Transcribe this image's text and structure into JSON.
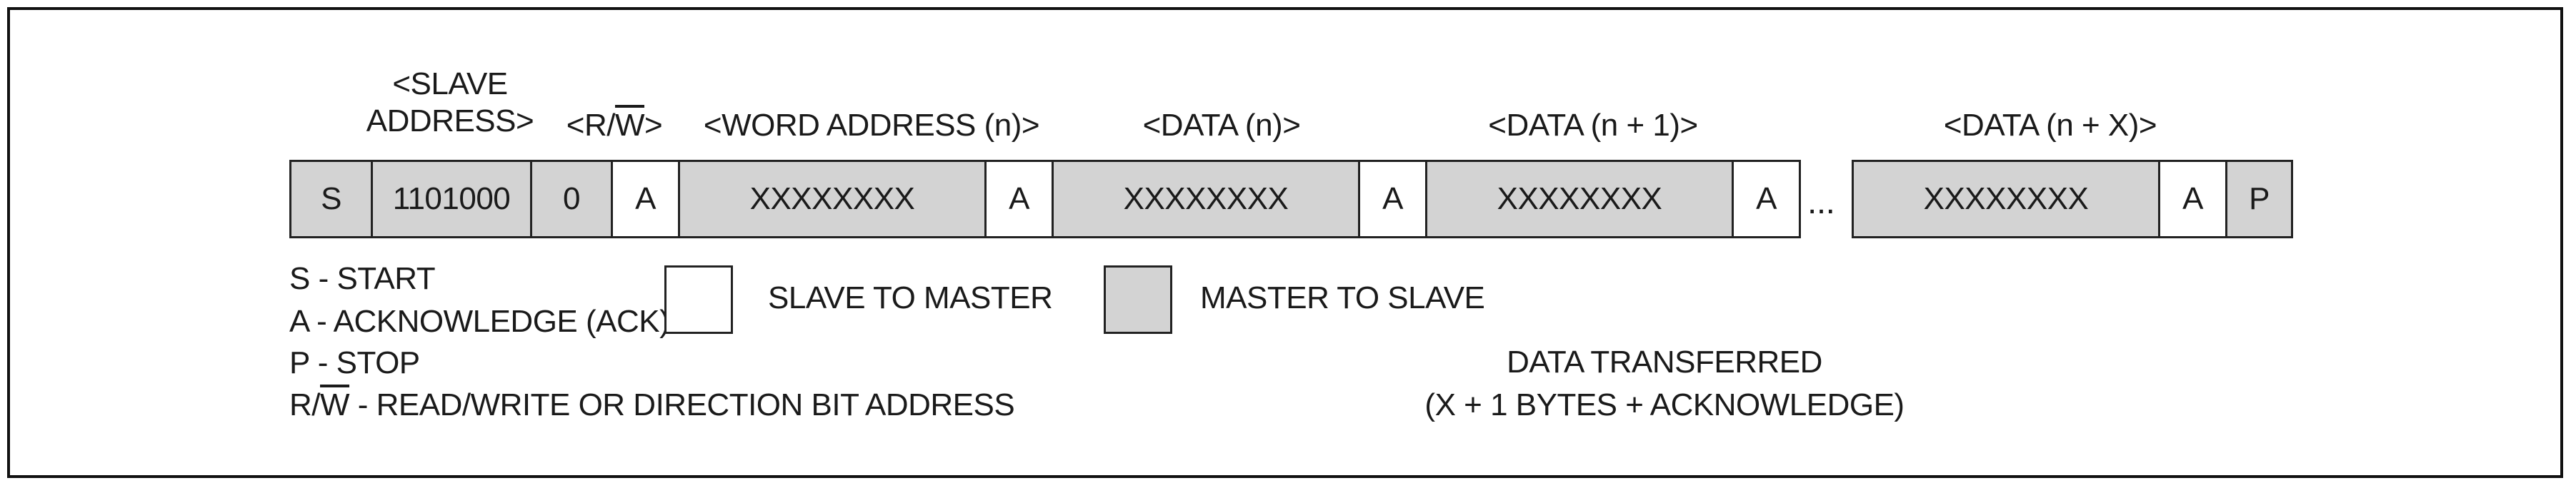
{
  "headers": {
    "slave_address_line1": "<SLAVE",
    "slave_address_line2": "ADDRESS>",
    "rw_prefix": "<R/",
    "rw_bar": "W",
    "rw_suffix": ">",
    "word_address": "<WORD ADDRESS (n)>",
    "data_n": "<DATA (n)>",
    "data_n1": "<DATA (n + 1)>",
    "data_nx": "<DATA (n + X)>"
  },
  "frame": {
    "start": "S",
    "slave_address": "1101000",
    "rw_bit": "0",
    "ack1": "A",
    "word_address": "XXXXXXXX",
    "ack2": "A",
    "data1": "XXXXXXXX",
    "ack3": "A",
    "data2": "XXXXXXXX",
    "ack4": "A",
    "ellipsis": "...",
    "data3": "XXXXXXXX",
    "ack5": "A",
    "stop": "P"
  },
  "legend": {
    "start": "S - START",
    "ack": "A - ACKNOWLEDGE (ACK)",
    "stop": "P - STOP",
    "rw_prefix": "R/",
    "rw_bar": "W",
    "rw_suffix": " - READ/WRITE OR DIRECTION BIT ADDRESS",
    "slave_to_master": "SLAVE TO MASTER",
    "master_to_slave": "MASTER TO SLAVE",
    "data_transferred_line1": "DATA TRANSFERRED",
    "data_transferred_line2": "(X + 1 BYTES + ACKNOWLEDGE)"
  },
  "colors": {
    "master_to_slave_fill": "#d3d3d3",
    "slave_to_master_fill": "#ffffff",
    "border": "#222222"
  }
}
